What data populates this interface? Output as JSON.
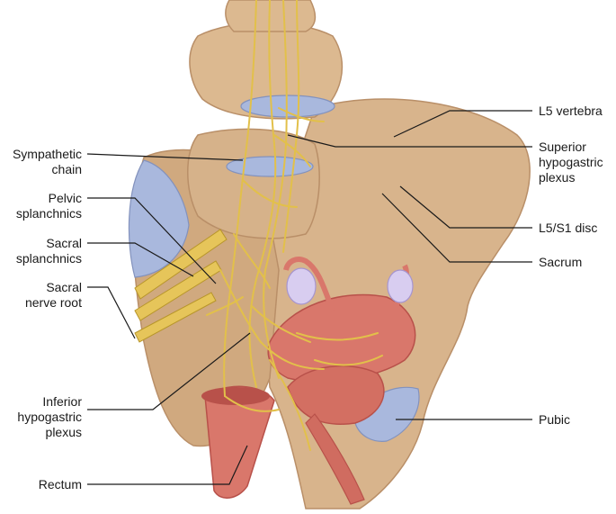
{
  "labels_left": {
    "sympathetic_chain": [
      "Sympathetic",
      "chain"
    ],
    "pelvic_splanchnics": [
      "Pelvic",
      "splanchnics"
    ],
    "sacral_splanchnics": [
      "Sacral",
      "splanchnics"
    ],
    "sacral_nerve_root": [
      "Sacral",
      "nerve root"
    ],
    "inferior_hypogastric_plexus": [
      "Inferior",
      "hypogastric",
      "plexus"
    ],
    "rectum": [
      "Rectum"
    ]
  },
  "labels_right": {
    "l5_vertebra": [
      "L5 vertebra"
    ],
    "superior_hypogastric_plexus": [
      "Superior",
      "hypogastric",
      "plexus"
    ],
    "l5_s1_disc": [
      "L5/S1 disc"
    ],
    "sacrum": [
      "Sacrum"
    ],
    "pubic": [
      "Pubic"
    ]
  },
  "colors": {
    "bone": "#d8b48c",
    "bone_shadow": "#b98f68",
    "disc": "#a9b8dd",
    "nerve": "#e2c04a",
    "nerve_dark": "#b8962a",
    "organ": "#d9776b",
    "organ_dark": "#b8514a",
    "ovary": "#d8cdf0"
  }
}
